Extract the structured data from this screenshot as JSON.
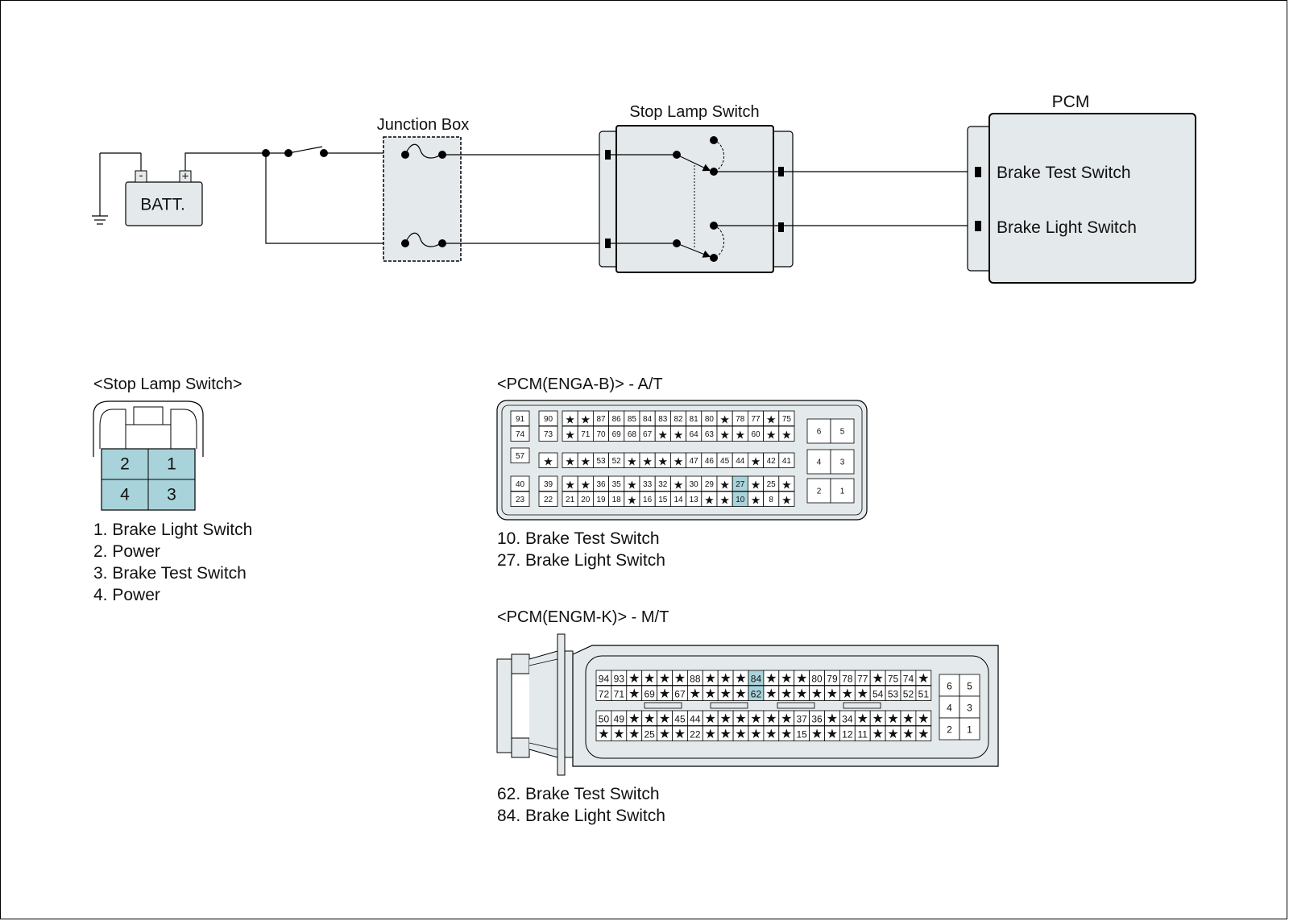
{
  "schematic": {
    "battery": {
      "label": "BATT.",
      "neg": "-",
      "pos": "+"
    },
    "junction_box": {
      "title": "Junction Box"
    },
    "stop_lamp_switch": {
      "title": "Stop Lamp Switch"
    },
    "pcm": {
      "title": "PCM",
      "inputs": [
        "Brake Test Switch",
        "Brake Light Switch"
      ]
    }
  },
  "stop_lamp_connector": {
    "title": "<Stop Lamp Switch>",
    "grid": [
      [
        "2",
        "1"
      ],
      [
        "4",
        "3"
      ]
    ],
    "legend": [
      "1. Brake Light Switch",
      "2. Power",
      "3. Brake Test Switch",
      "4. Power"
    ]
  },
  "pcm_at": {
    "title": "<PCM(ENGA-B)> - A/T",
    "left_rows": [
      [
        "91",
        "74"
      ],
      [
        "57"
      ],
      [
        "40",
        "23"
      ]
    ],
    "rows": [
      [
        "90",
        "*",
        "*",
        "87",
        "86",
        "85",
        "84",
        "83",
        "82",
        "81",
        "80",
        "*",
        "78",
        "77",
        "*",
        "75"
      ],
      [
        "73",
        "*",
        "71",
        "70",
        "69",
        "68",
        "67",
        "*",
        "*",
        "64",
        "63",
        "*",
        "*",
        "60",
        "*",
        "*"
      ],
      [
        "*",
        "*",
        "*",
        "53",
        "52",
        "*",
        "*",
        "*",
        "*",
        "47",
        "46",
        "45",
        "44",
        "*",
        "42",
        "41"
      ],
      [
        "39",
        "*",
        "*",
        "36",
        "35",
        "*",
        "33",
        "32",
        "*",
        "30",
        "29",
        "*",
        "27",
        "*",
        "25",
        "*"
      ],
      [
        "22",
        "21",
        "20",
        "19",
        "18",
        "*",
        "16",
        "15",
        "14",
        "13",
        "*",
        "*",
        "10",
        "*",
        "8",
        "*"
      ]
    ],
    "right_rows": [
      [
        "6",
        "5"
      ],
      [
        "4",
        "3"
      ],
      [
        "2",
        "1"
      ]
    ],
    "highlight": [
      "27",
      "10"
    ],
    "legend": [
      "10. Brake Test Switch",
      "27. Brake Light Switch"
    ]
  },
  "pcm_mt": {
    "title": "<PCM(ENGM-K)> - M/T",
    "rows": [
      [
        "94",
        "93",
        "*",
        "*",
        "*",
        "*",
        "88",
        "*",
        "*",
        "*",
        "84",
        "*",
        "*",
        "*",
        "80",
        "79",
        "78",
        "77",
        "*",
        "75",
        "74",
        "*"
      ],
      [
        "72",
        "71",
        "*",
        "69",
        "*",
        "67",
        "*",
        "*",
        "*",
        "*",
        "62",
        "*",
        "*",
        "*",
        "*",
        "*",
        "*",
        "*",
        "54",
        "53",
        "52",
        "51"
      ],
      [
        "50",
        "49",
        "*",
        "*",
        "*",
        "45",
        "44",
        "*",
        "*",
        "*",
        "*",
        "*",
        "*",
        "37",
        "36",
        "*",
        "34",
        "*",
        "*",
        "*",
        "*",
        "*"
      ],
      [
        "*",
        "*",
        "*",
        "25",
        "*",
        "*",
        "22",
        "*",
        "*",
        "*",
        "*",
        "*",
        "*",
        "15",
        "*",
        "*",
        "12",
        "11",
        "*",
        "*",
        "*",
        "*"
      ]
    ],
    "right_rows": [
      [
        "6",
        "5"
      ],
      [
        "4",
        "3"
      ],
      [
        "2",
        "1"
      ]
    ],
    "highlight": [
      "84",
      "62"
    ],
    "legend": [
      "62. Brake Test Switch",
      "84. Brake Light Switch"
    ]
  },
  "colors": {
    "component_fill": "#e4eaec",
    "connector_fill": "#a9d3da",
    "highlight_fill": "#a9d3da",
    "line": "#000000"
  }
}
